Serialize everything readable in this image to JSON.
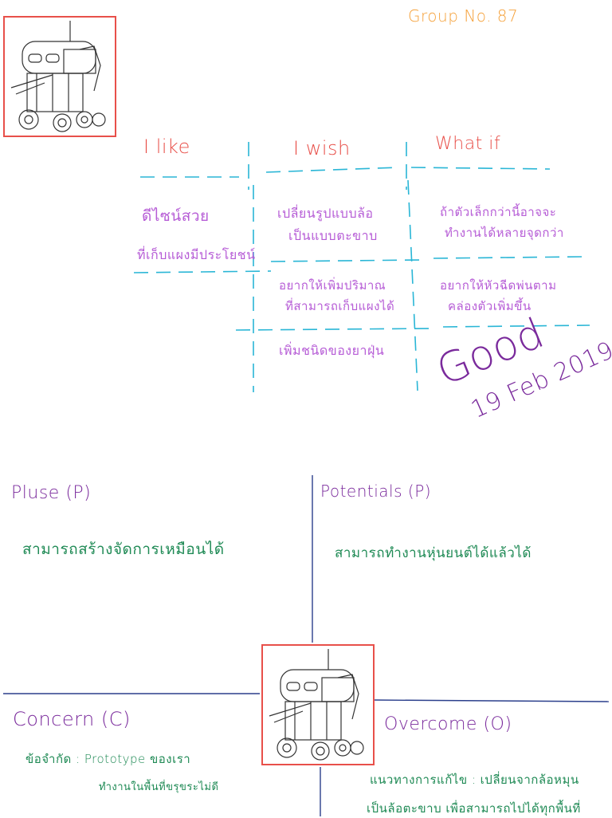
{
  "group_label": "Group No. 87",
  "iwish": {
    "headers": [
      "I like",
      "I wish",
      "What if"
    ],
    "like_items": [
      "ดีไซน์สวย",
      "ที่เก็บแผงมีประโยชน์"
    ],
    "wish_items": [
      "เปลี่ยนรูปแบบล้อ",
      "เป็นแบบตะขาบ",
      "อยากให้เพิ่มปริมาณ",
      "ที่สามารถเก็บแผงได้",
      "เพิ่มชนิดของยาฝุ่น"
    ],
    "whatif_items": [
      "ถ้าตัวเล็กกว่านี้อาจจะ",
      "ทำงานได้หลายจุดกว่า",
      "อยากให้หัวฉีดพ่นตาม",
      "คล่องตัวเพิ่มขึ้น"
    ]
  },
  "stamp": {
    "word": "Good",
    "date": "19 Feb 2019"
  },
  "ppco": {
    "pluse_title": "Pluse (P)",
    "pluse_text": "สามารถสร้างจัดการเหมือนได้",
    "potentials_title": "Potentials (P)",
    "potentials_text": "สามารถทำงานหุ่นยนต์ได้แล้วได้",
    "concern_title": "Concern (C)",
    "concern_line1": "ข้อจำกัด : Prototype ของเรา",
    "concern_line2": "ทำงานในพื้นที่ขรุขระไม่ดี",
    "overcome_title": "Overcome (O)",
    "overcome_line1": "แนวทางการแก้ไข : เปลี่ยนจากล้อหมุน",
    "overcome_line2": "เป็นล้อตะขาบ เพื่อสามารถไปได้ทุกพื้นที่"
  },
  "colors": {
    "frame": "#e8504a",
    "divider_cyan": "#2ab6d6",
    "header_red": "#e8504a",
    "header_orange": "#f5a13a",
    "item_purple": "#b65cd6",
    "stamp": "#7a2a9c",
    "quad_title": "#7a2a9c",
    "quad_text": "#1f8a55",
    "quad_line": "#2b3f8c"
  }
}
